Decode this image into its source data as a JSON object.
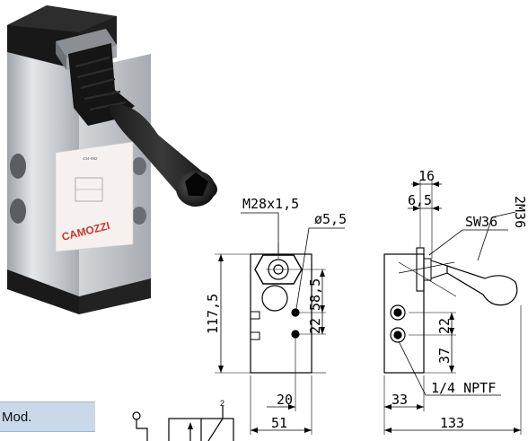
{
  "product": {
    "brand": "CAMOZZI",
    "label_model": "434-982"
  },
  "table": {
    "mod_header": "Mod."
  },
  "front_view": {
    "thread": "M28x1,5",
    "hole": "ø5,5",
    "height_total": "117,5",
    "to_center": "58,5",
    "port_pitch": "22",
    "port_offset": "20",
    "width": "51"
  },
  "side_view": {
    "lever_offset": "16",
    "nut_offset": "6,5",
    "wrench": "SW36",
    "lever_label": "2M36",
    "port_pitch": "22",
    "port_height": "37",
    "port_thread": "1/4 NPTF",
    "port_offset": "33",
    "length": "133"
  },
  "symbol": {
    "port_number": "2"
  }
}
